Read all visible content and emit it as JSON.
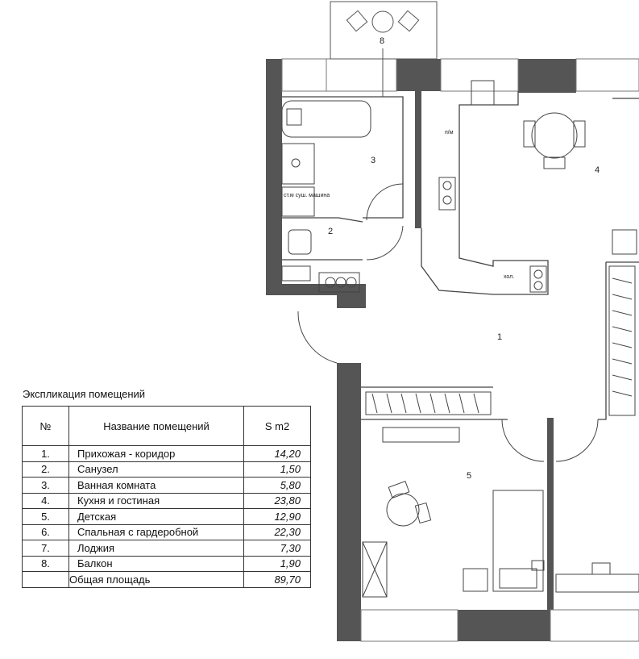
{
  "plan": {
    "room_labels": [
      "1",
      "2",
      "3",
      "4",
      "5",
      "8"
    ],
    "fixture_labels": {
      "laundry": "ст.м суш. машина",
      "dishwasher": "п/м",
      "fridge": "хол."
    },
    "wall_color": "#555555"
  },
  "legend": {
    "title": "Экспликация помещений",
    "headers": {
      "num": "№",
      "name": "Название помещений",
      "area": "S m2"
    },
    "rows": [
      {
        "num": "1.",
        "name": "Прихожая - коридор",
        "area": "14,20"
      },
      {
        "num": "2.",
        "name": "Санузел",
        "area": "1,50"
      },
      {
        "num": "3.",
        "name": "Ванная комната",
        "area": "5,80"
      },
      {
        "num": "4.",
        "name": "Кухня и гостиная",
        "area": "23,80"
      },
      {
        "num": "5.",
        "name": "Детская",
        "area": "12,90"
      },
      {
        "num": "6.",
        "name": "Спальная с гардеробной",
        "area": "22,30"
      },
      {
        "num": "7.",
        "name": "Лоджия",
        "area": "7,30"
      },
      {
        "num": "8.",
        "name": "Балкон",
        "area": "1,90"
      }
    ],
    "total": {
      "name": "Общая площадь",
      "area": "89,70"
    }
  }
}
